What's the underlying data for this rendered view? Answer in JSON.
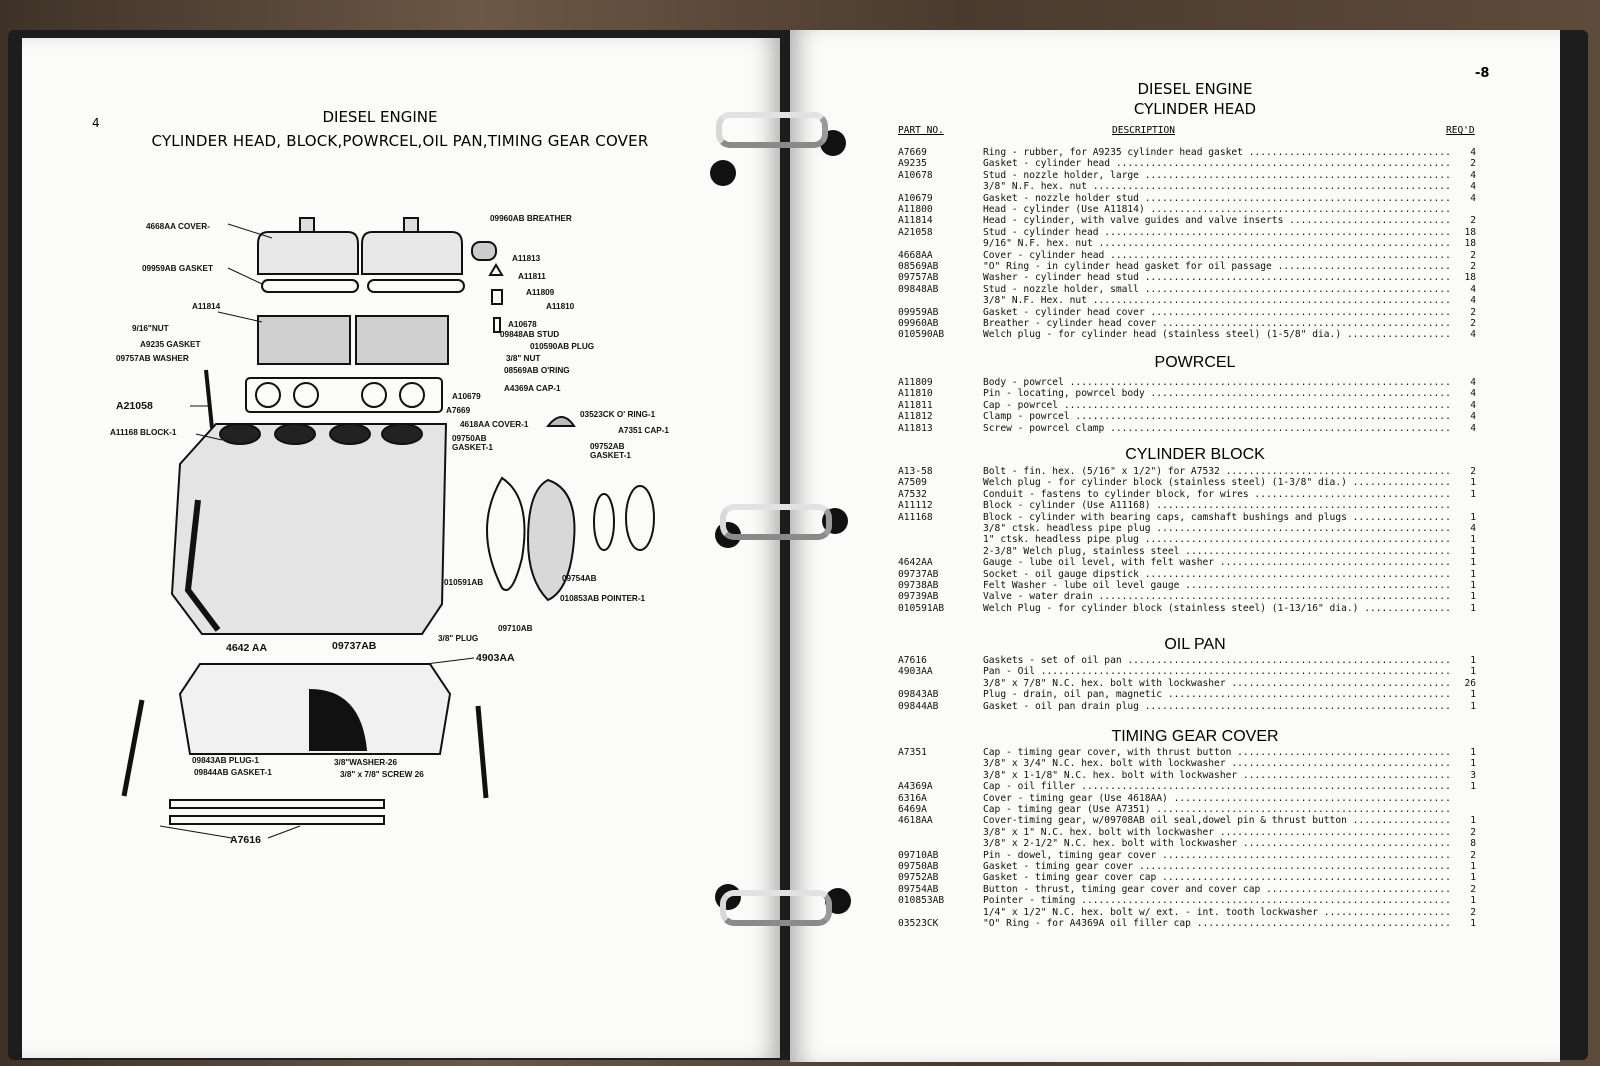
{
  "left_page": {
    "page_number": "4",
    "title_line1": "DIESEL ENGINE",
    "title_line2": "CYLINDER HEAD, BLOCK,POWRCEL,OIL PAN,TIMING GEAR COVER",
    "callouts": [
      "4668AA COVER-",
      "09960AB BREATHER",
      "09959AB GASKET",
      "A11813",
      "A11811",
      "A11809",
      "A11814",
      "A11810",
      "9/16\"NUT",
      "A10678",
      "A9235 GASKET",
      "09848AB STUD",
      "010590AB PLUG",
      "09757AB WASHER",
      "3/8\" NUT",
      "08569AB O'RING",
      "A10679",
      "A4369A CAP-1",
      "A21058",
      "A7669",
      "03523CK O' RING-1",
      "4618AA COVER-1",
      "A11168 BLOCK-1",
      "09750AB GASKET-1",
      "A7351 CAP-1",
      "09752AB GASKET-1",
      "010591AB",
      "09754AB",
      "010853AB POINTER-1",
      "3/8\" PLUG",
      "09710AB",
      "4642 AA",
      "09737AB",
      "4903AA",
      "09843AB PLUG-1",
      "3/8\"WASHER-26",
      "09844AB GASKET-1",
      "3/8\" x 7/8\" SCREW 26",
      "A7616"
    ]
  },
  "right_page": {
    "page_number": "-8",
    "title_line1": "DIESEL ENGINE",
    "title_line2": "CYLINDER HEAD",
    "col_part": "PART NO.",
    "col_desc": "DESCRIPTION",
    "col_req": "REQ'D",
    "sections": {
      "cylinder_head": [
        [
          "A7669",
          "Ring - rubber, for A9235 cylinder head gasket",
          "4"
        ],
        [
          "A9235",
          "Gasket - cylinder head",
          "2"
        ],
        [
          "A10678",
          "Stud - nozzle holder, large",
          "4"
        ],
        [
          "",
          "   3/8\" N.F. hex. nut",
          "4"
        ],
        [
          "A10679",
          "Gasket - nozzle holder stud",
          "4"
        ],
        [
          "A11800",
          "Head - cylinder (Use A11814)",
          ""
        ],
        [
          "A11814",
          "Head - cylinder, with valve guides and valve inserts",
          "2"
        ],
        [
          "A21058",
          "Stud - cylinder head",
          "18"
        ],
        [
          "",
          "   9/16\" N.F. hex. nut",
          "18"
        ],
        [
          "4668AA",
          "Cover - cylinder head",
          "2"
        ],
        [
          "08569AB",
          "\"O\" Ring - in cylinder head gasket for oil passage",
          "2"
        ],
        [
          "09757AB",
          "Washer - cylinder head stud",
          "18"
        ],
        [
          "09848AB",
          "Stud - nozzle holder, small",
          "4"
        ],
        [
          "",
          "   3/8\" N.F. Hex. nut",
          "4"
        ],
        [
          "09959AB",
          "Gasket - cylinder head cover",
          "2"
        ],
        [
          "09960AB",
          "Breather - cylinder head cover",
          "2"
        ],
        [
          "010590AB",
          "Welch plug - for cylinder head (stainless steel) (1-5/8\" dia.)",
          "4"
        ]
      ],
      "powrcel_title": "POWRCEL",
      "powrcel": [
        [
          "A11809",
          "Body - powrcel",
          "4"
        ],
        [
          "A11810",
          "Pin - locating, powrcel body",
          "4"
        ],
        [
          "A11811",
          "Cap - powrcel",
          "4"
        ],
        [
          "A11812",
          "Clamp - powrcel",
          "4"
        ],
        [
          "A11813",
          "Screw - powrcel clamp",
          "4"
        ]
      ],
      "block_title": "CYLINDER BLOCK",
      "block": [
        [
          "A13-58",
          "Bolt - fin. hex. (5/16\" x 1/2\") for A7532",
          "2"
        ],
        [
          "A7509",
          "Welch plug - for cylinder block (stainless steel) (1-3/8\" dia.)",
          "1"
        ],
        [
          "A7532",
          "Conduit - fastens to cylinder block, for wires",
          "1"
        ],
        [
          "A11112",
          "Block - cylinder (Use A11168)",
          ""
        ],
        [
          "A11168",
          "Block - cylinder with bearing caps, camshaft bushings and plugs",
          "1"
        ],
        [
          "",
          "   3/8\" ctsk. headless pipe plug",
          "4"
        ],
        [
          "",
          "   1\" ctsk. headless pipe plug",
          "1"
        ],
        [
          "",
          "   2-3/8\" Welch plug, stainless steel",
          "1"
        ],
        [
          "4642AA",
          "Gauge - lube oil level, with felt washer",
          "1"
        ],
        [
          "09737AB",
          "Socket - oil gauge dipstick",
          "1"
        ],
        [
          "09738AB",
          "Felt Washer - lube oil level gauge",
          "1"
        ],
        [
          "09739AB",
          "Valve - water drain",
          "1"
        ],
        [
          "010591AB",
          "Welch Plug - for cylinder block (stainless steel) (1-13/16\" dia.)",
          "1"
        ]
      ],
      "oilpan_title": "OIL PAN",
      "oilpan": [
        [
          "A7616",
          "Gaskets - set of oil pan",
          "1"
        ],
        [
          "4903AA",
          "Pan - Oil",
          "1"
        ],
        [
          "",
          "   3/8\" x 7/8\" N.C. hex. bolt with lockwasher",
          "26"
        ],
        [
          "09843AB",
          "Plug - drain, oil pan, magnetic",
          "1"
        ],
        [
          "09844AB",
          "Gasket - oil pan drain plug",
          "1"
        ]
      ],
      "timing_title": "TIMING GEAR COVER",
      "timing": [
        [
          "A7351",
          "Cap - timing gear cover, with thrust button",
          "1"
        ],
        [
          "",
          "   3/8\" x 3/4\" N.C. hex. bolt with lockwasher",
          "1"
        ],
        [
          "",
          "   3/8\" x 1-1/8\" N.C. hex. bolt with lockwasher",
          "3"
        ],
        [
          "A4369A",
          "Cap - oil filler",
          "1"
        ],
        [
          "6316A",
          "Cover - timing gear (Use 4618AA)",
          ""
        ],
        [
          "6469A",
          "Cap - timing gear (Use A7351)",
          ""
        ],
        [
          "4618AA",
          "Cover-timing gear, w/09708AB oil seal,dowel pin & thrust button",
          "1"
        ],
        [
          "",
          "   3/8\" x 1\" N.C. hex. bolt with lockwasher",
          "2"
        ],
        [
          "",
          "   3/8\" x 2-1/2\" N.C. hex. bolt with lockwasher",
          "8"
        ],
        [
          "09710AB",
          "Pin - dowel, timing gear cover",
          "2"
        ],
        [
          "09750AB",
          "Gasket - timing gear cover",
          "1"
        ],
        [
          "09752AB",
          "Gasket - timing gear cover cap",
          "1"
        ],
        [
          "09754AB",
          "Button - thrust, timing gear cover and cover cap",
          "2"
        ],
        [
          "010853AB",
          "Pointer - timing",
          "1"
        ],
        [
          "",
          "   1/4\" x 1/2\" N.C. hex. bolt w/ ext. - int. tooth lockwasher",
          "2"
        ],
        [
          "03523CK",
          "\"O\" Ring - for A4369A oil filler cap",
          "1"
        ]
      ]
    }
  }
}
